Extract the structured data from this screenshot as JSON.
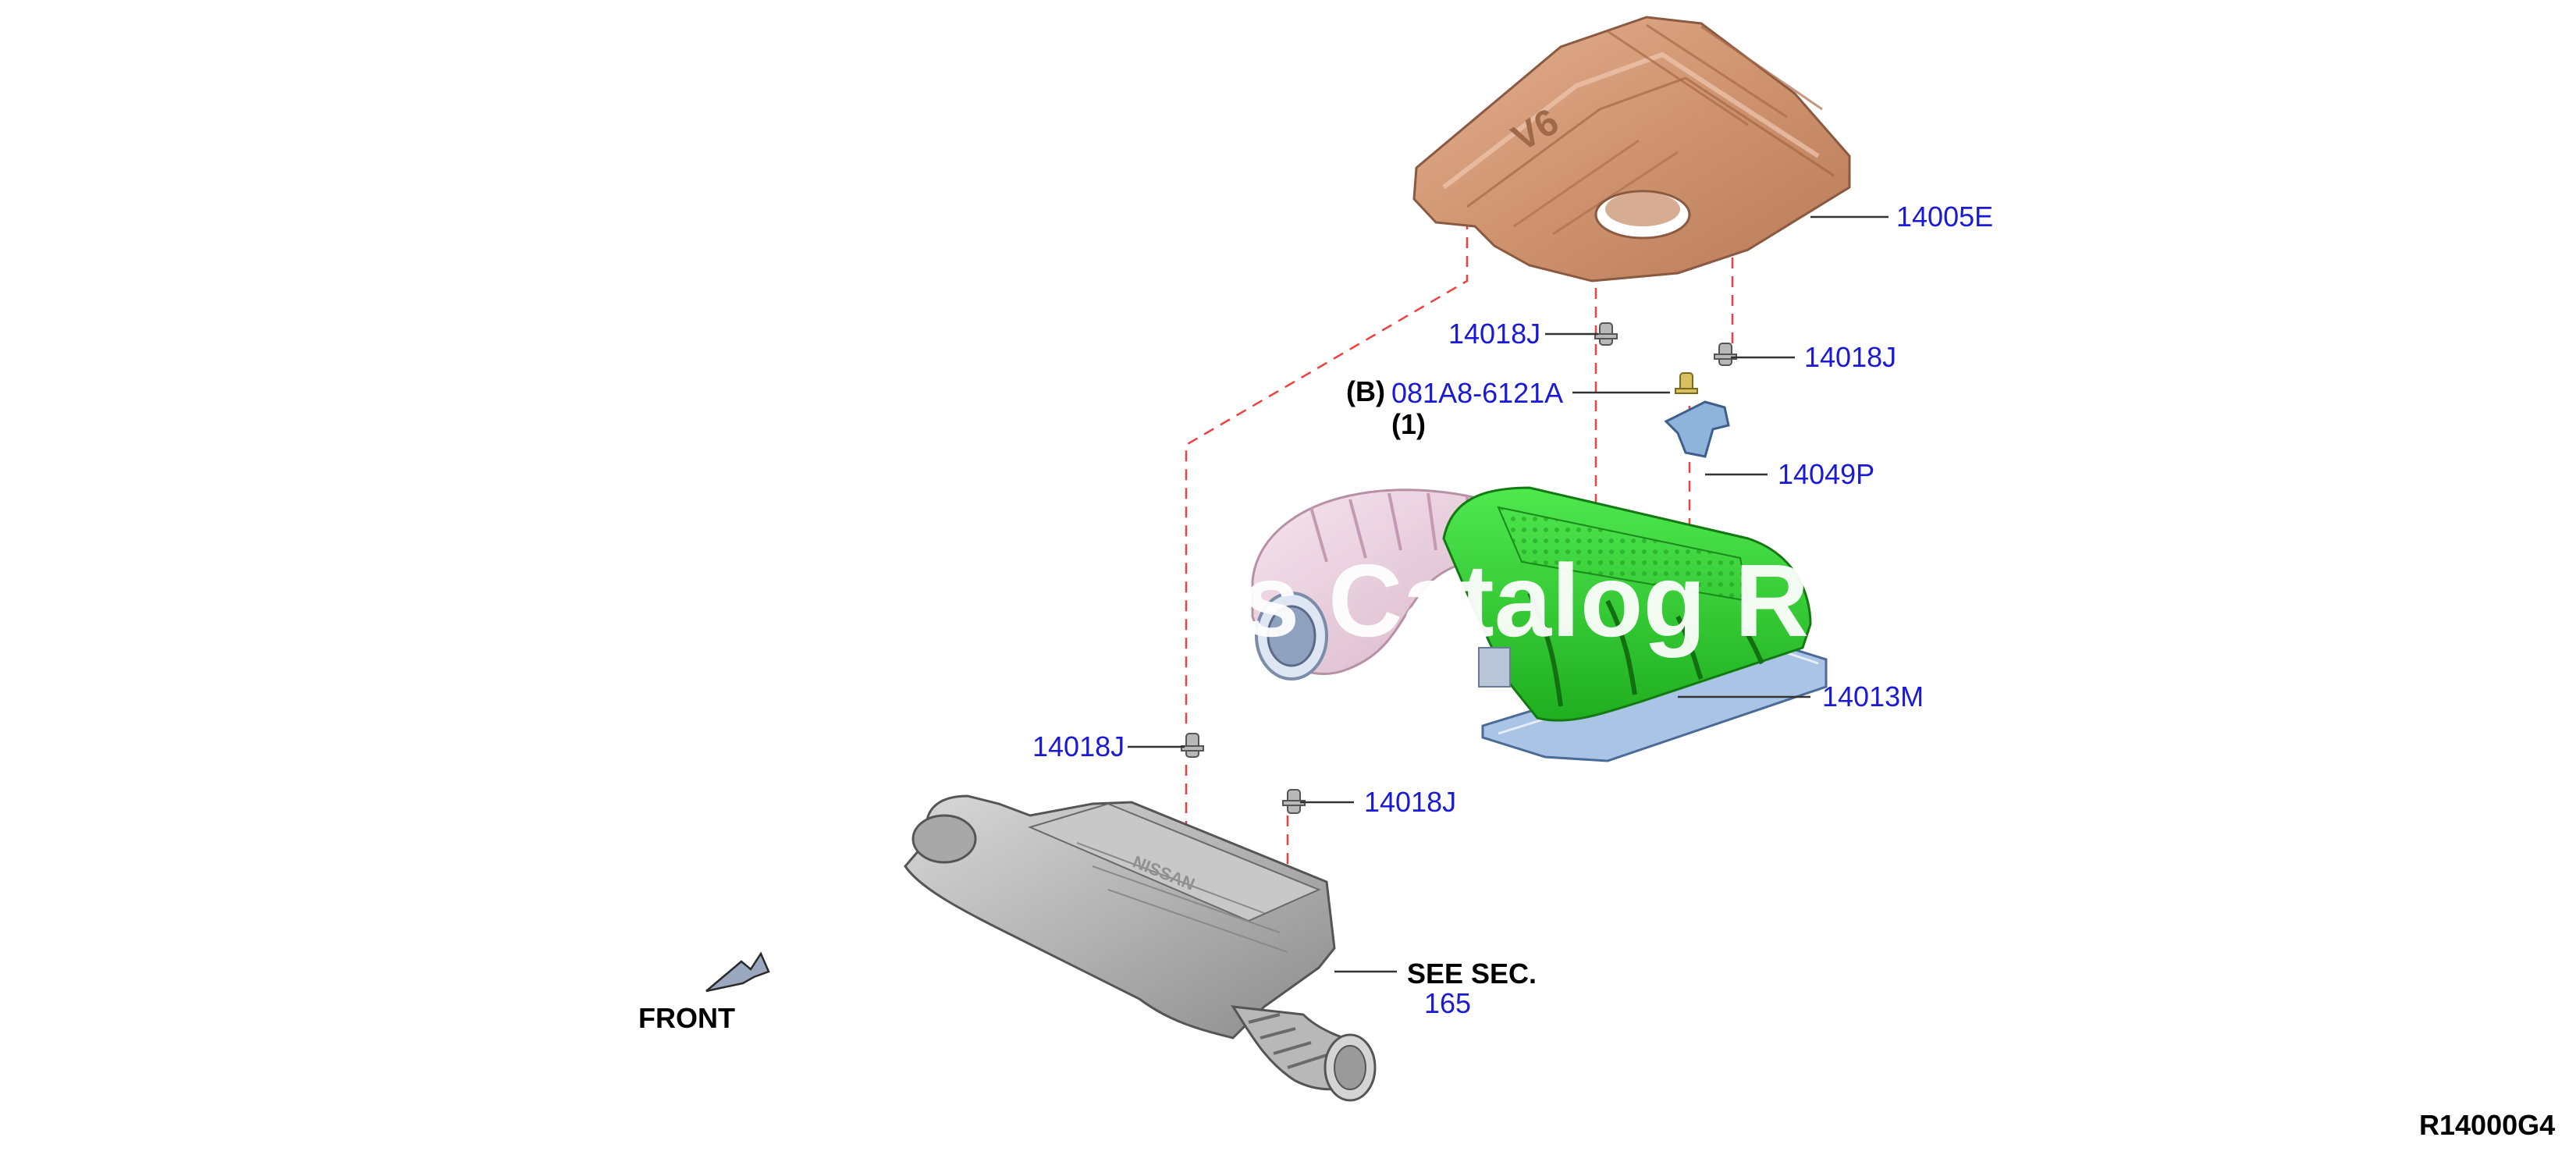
{
  "diagram": {
    "watermark": "ts Catalog R",
    "diagram_code": "R14000G4",
    "front_label": "FRONT",
    "see_sec_label": "SEE SEC.",
    "see_sec_number": "165",
    "note_b": "(B)",
    "note_qty": "(1)",
    "parts": {
      "p14005E": "14005E",
      "p14018J_a": "14018J",
      "p14018J_b": "14018J",
      "p081A8": "081A8-6121A",
      "p14049P": "14049P",
      "p14013M": "14013M",
      "p14018J_c": "14018J",
      "p14018J_d": "14018J"
    }
  },
  "colors": {
    "part_number": "#1a1ad6",
    "leader_line": "#333333",
    "dashed_guide": "#f04040",
    "engine_cover": "#d49a7a",
    "upper_manifold": "#2fd12f",
    "intake_tube": "#e8c8d8",
    "air_cleaner": "#b4b4b4",
    "gasket_flange": "#aac4e6",
    "bracket": "#8fb4dc"
  }
}
